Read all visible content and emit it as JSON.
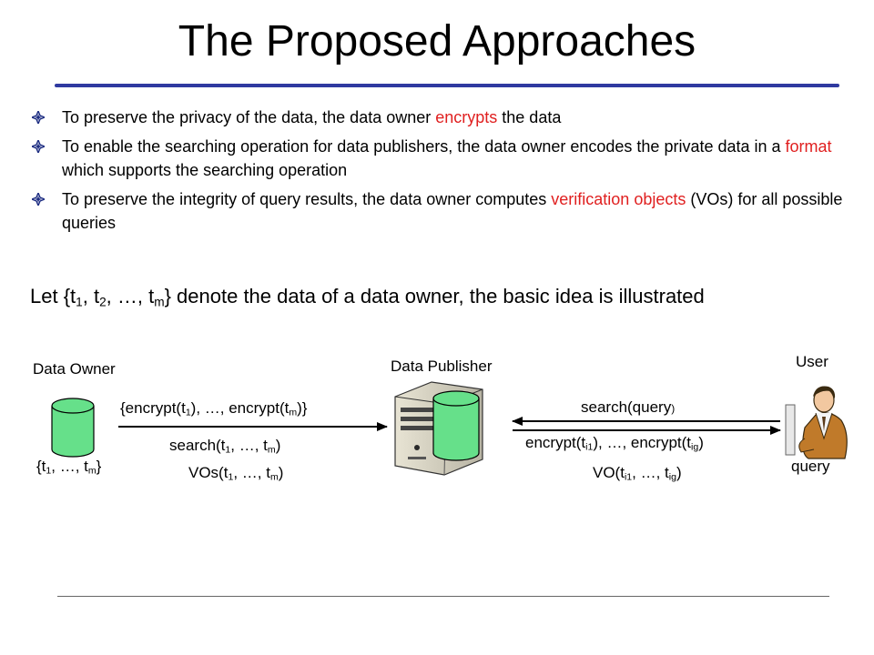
{
  "title": "The Proposed Approaches",
  "bullets": [
    {
      "before": "To preserve the privacy of the data, the data owner ",
      "highlight": "encrypts",
      "after": " the data"
    },
    {
      "before": " To enable the searching operation for data publishers, the data owner encodes the private data in a ",
      "highlight": "format",
      "after": " which supports the searching operation"
    },
    {
      "before": "To preserve the integrity of query results, the data owner computes ",
      "highlight": "verification objects",
      "after": " (VOs) for all possible queries"
    }
  ],
  "lead": {
    "part1": "Let {t",
    "sub1": "1",
    "part2": ", t",
    "sub2": "2",
    "part3": ", …, t",
    "sub3": "m",
    "part4": "} denote the data of a data owner, the basic idea is illustrated"
  },
  "diagram": {
    "owner_label": "Data Owner",
    "publisher_label": "Data Publisher",
    "user_label": "User",
    "owner_data": {
      "a": "{t",
      "a_sub": "1",
      "b": ", …, t",
      "b_sub": "m",
      "c": "}"
    },
    "user_caption": "query",
    "encrypt_set": {
      "a": "{encrypt(t",
      "a_sub": "1",
      "b": "), …, encrypt(t",
      "b_sub": "m",
      "c": ")}"
    },
    "search_all": {
      "a": "search(t",
      "a_sub": "1",
      "b": ", …, t",
      "b_sub": "m",
      "c": ")"
    },
    "vos_all": {
      "a": "VOs(t",
      "a_sub": "1",
      "b": ", …, t",
      "b_sub": "m",
      "c": ")"
    },
    "search_query": {
      "a": "search(query",
      "c": ")"
    },
    "encrypt_result": {
      "a": "encrypt(t",
      "a_sub": "i1",
      "b": "), …, encrypt(t",
      "b_sub": "ig",
      "c": ")"
    },
    "vo_result": {
      "a": "VO(t",
      "a_sub": "i1",
      "b": ", …, t",
      "b_sub": "ig",
      "c": ")"
    }
  },
  "colors": {
    "accent_rule": "#2f3aa0",
    "highlight": "#e02020",
    "cylinder": "#66e08a",
    "bullet": "#1a2a80"
  }
}
